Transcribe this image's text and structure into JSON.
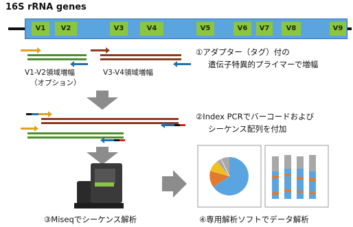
{
  "title": "16S rRNA genes",
  "regions": [
    "V1",
    "V2",
    "V3",
    "V4",
    "V5",
    "V6",
    "V7",
    "V8",
    "V9"
  ],
  "labels": {
    "v1v2": "V1-V2領域増幅",
    "v1v2_option": "（オプション）",
    "v3v4": "V3-V4領域増幅"
  },
  "steps": {
    "step1_line1": "①アダプター（タグ）付の",
    "step1_line2": "遺伝子特異的プライマーで増幅",
    "step2_line1": "②Index PCRでバーコードおよび",
    "step2_line2": "シーケンス配列を付加",
    "step3": "③Miseqでシーケンス解析",
    "step4": "④専用解析ソフトでデータ解析"
  },
  "colors": {
    "gene_bar": "#5aa5e0",
    "region": "#8cc63f",
    "v1v2_strand": "#4a8f2a",
    "v3v4_strand": "#8b3a1c",
    "adapter_yellow": "#e0a020",
    "adapter_blue": "#1f6fb5",
    "index_red": "#e01a1a",
    "arrow_gray": "#8c8c8c"
  },
  "icons": {
    "sequencer": "sequencer-icon",
    "pie": "pie-chart-icon",
    "bars": "stacked-bar-icon"
  }
}
